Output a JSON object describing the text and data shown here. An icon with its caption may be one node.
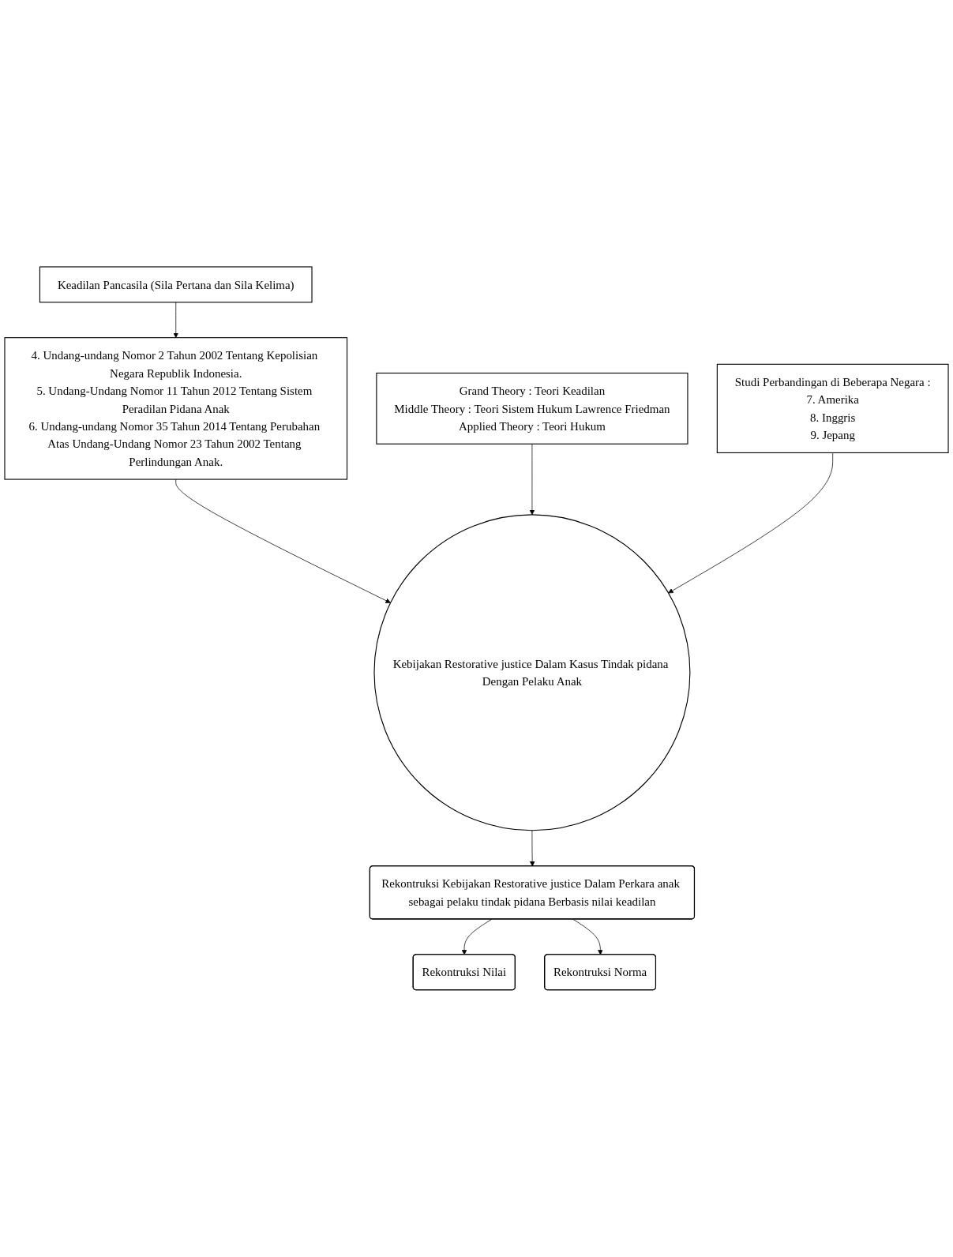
{
  "diagram": {
    "nodes": [
      {
        "text": [
          "Keadilan Pancasila (Sila Pertana dan Sila Kelima)"
        ]
      },
      {
        "text": [
          "4. Undang-undang Nomor 2 Tahun 2002 Tentang Kepolisian Negara Republik Indonesia.",
          "5. Undang-Undang Nomor 11 Tahun 2012 Tentang Sistem Peradilan Pidana Anak",
          "6. Undang-undang Nomor 35 Tahun 2014 Tentang Perubahan Atas Undang-Undang Nomor 23 Tahun 2002 Tentang Perlindungan Anak."
        ]
      },
      {
        "text": [
          "Grand Theory : Teori Keadilan",
          "Middle Theory : Teori Sistem Hukum Lawrence Friedman",
          "Applied Theory : Teori Hukum"
        ]
      },
      {
        "text": [
          "Kebijakan Restorative justice Dalam Kasus Tindak pidana Dengan Pelaku Anak"
        ]
      },
      {
        "text": [
          "Studi Perbandingan di Beberapa Negara :",
          "7. Amerika",
          "8. Inggris",
          "9. Jepang"
        ]
      },
      {
        "text": [
          "Rekontruksi Kebijakan Restorative justice Dalam Perkara anak sebagai pelaku tindak pidana Berbasis nilai keadilan"
        ]
      },
      {
        "text": [
          "Rekontruksi Nilai"
        ]
      },
      {
        "text": [
          "Rekontruksi Norma"
        ]
      }
    ],
    "edges": [
      {
        "from": 0,
        "to": 1,
        "arrow": "to"
      },
      {
        "from": 1,
        "to": 3,
        "arrow": "to"
      },
      {
        "from": 2,
        "to": 3,
        "arrow": "to"
      },
      {
        "from": 4,
        "to": 3,
        "arrow": "to"
      },
      {
        "from": 3,
        "to": 5,
        "arrow": "to"
      },
      {
        "from": 5,
        "to": 6,
        "arrow": "to"
      },
      {
        "from": 5,
        "to": 7,
        "arrow": "to"
      }
    ]
  }
}
